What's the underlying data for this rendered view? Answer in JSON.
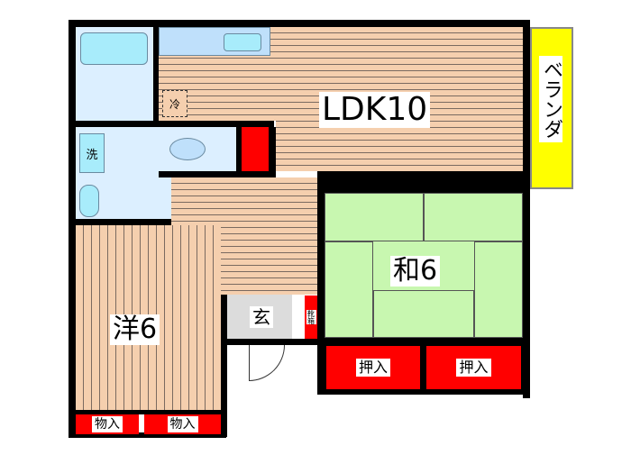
{
  "rooms": {
    "ldk": "LDK10",
    "japanese": "和6",
    "western": "洋6",
    "entrance": "玄",
    "balcony": "ベランダ",
    "washroom": "洗",
    "fridge": "冷",
    "shoe_box": "靴箱",
    "closet_japanese": [
      "押入",
      "押入"
    ],
    "closet_western": [
      "物入",
      "物入"
    ]
  },
  "colors": {
    "wood": "#f5cfae",
    "tatami": "#c8f7b0",
    "storage": "#ff0000",
    "wet_area": "#dcefff",
    "balcony": "#ffff00"
  }
}
